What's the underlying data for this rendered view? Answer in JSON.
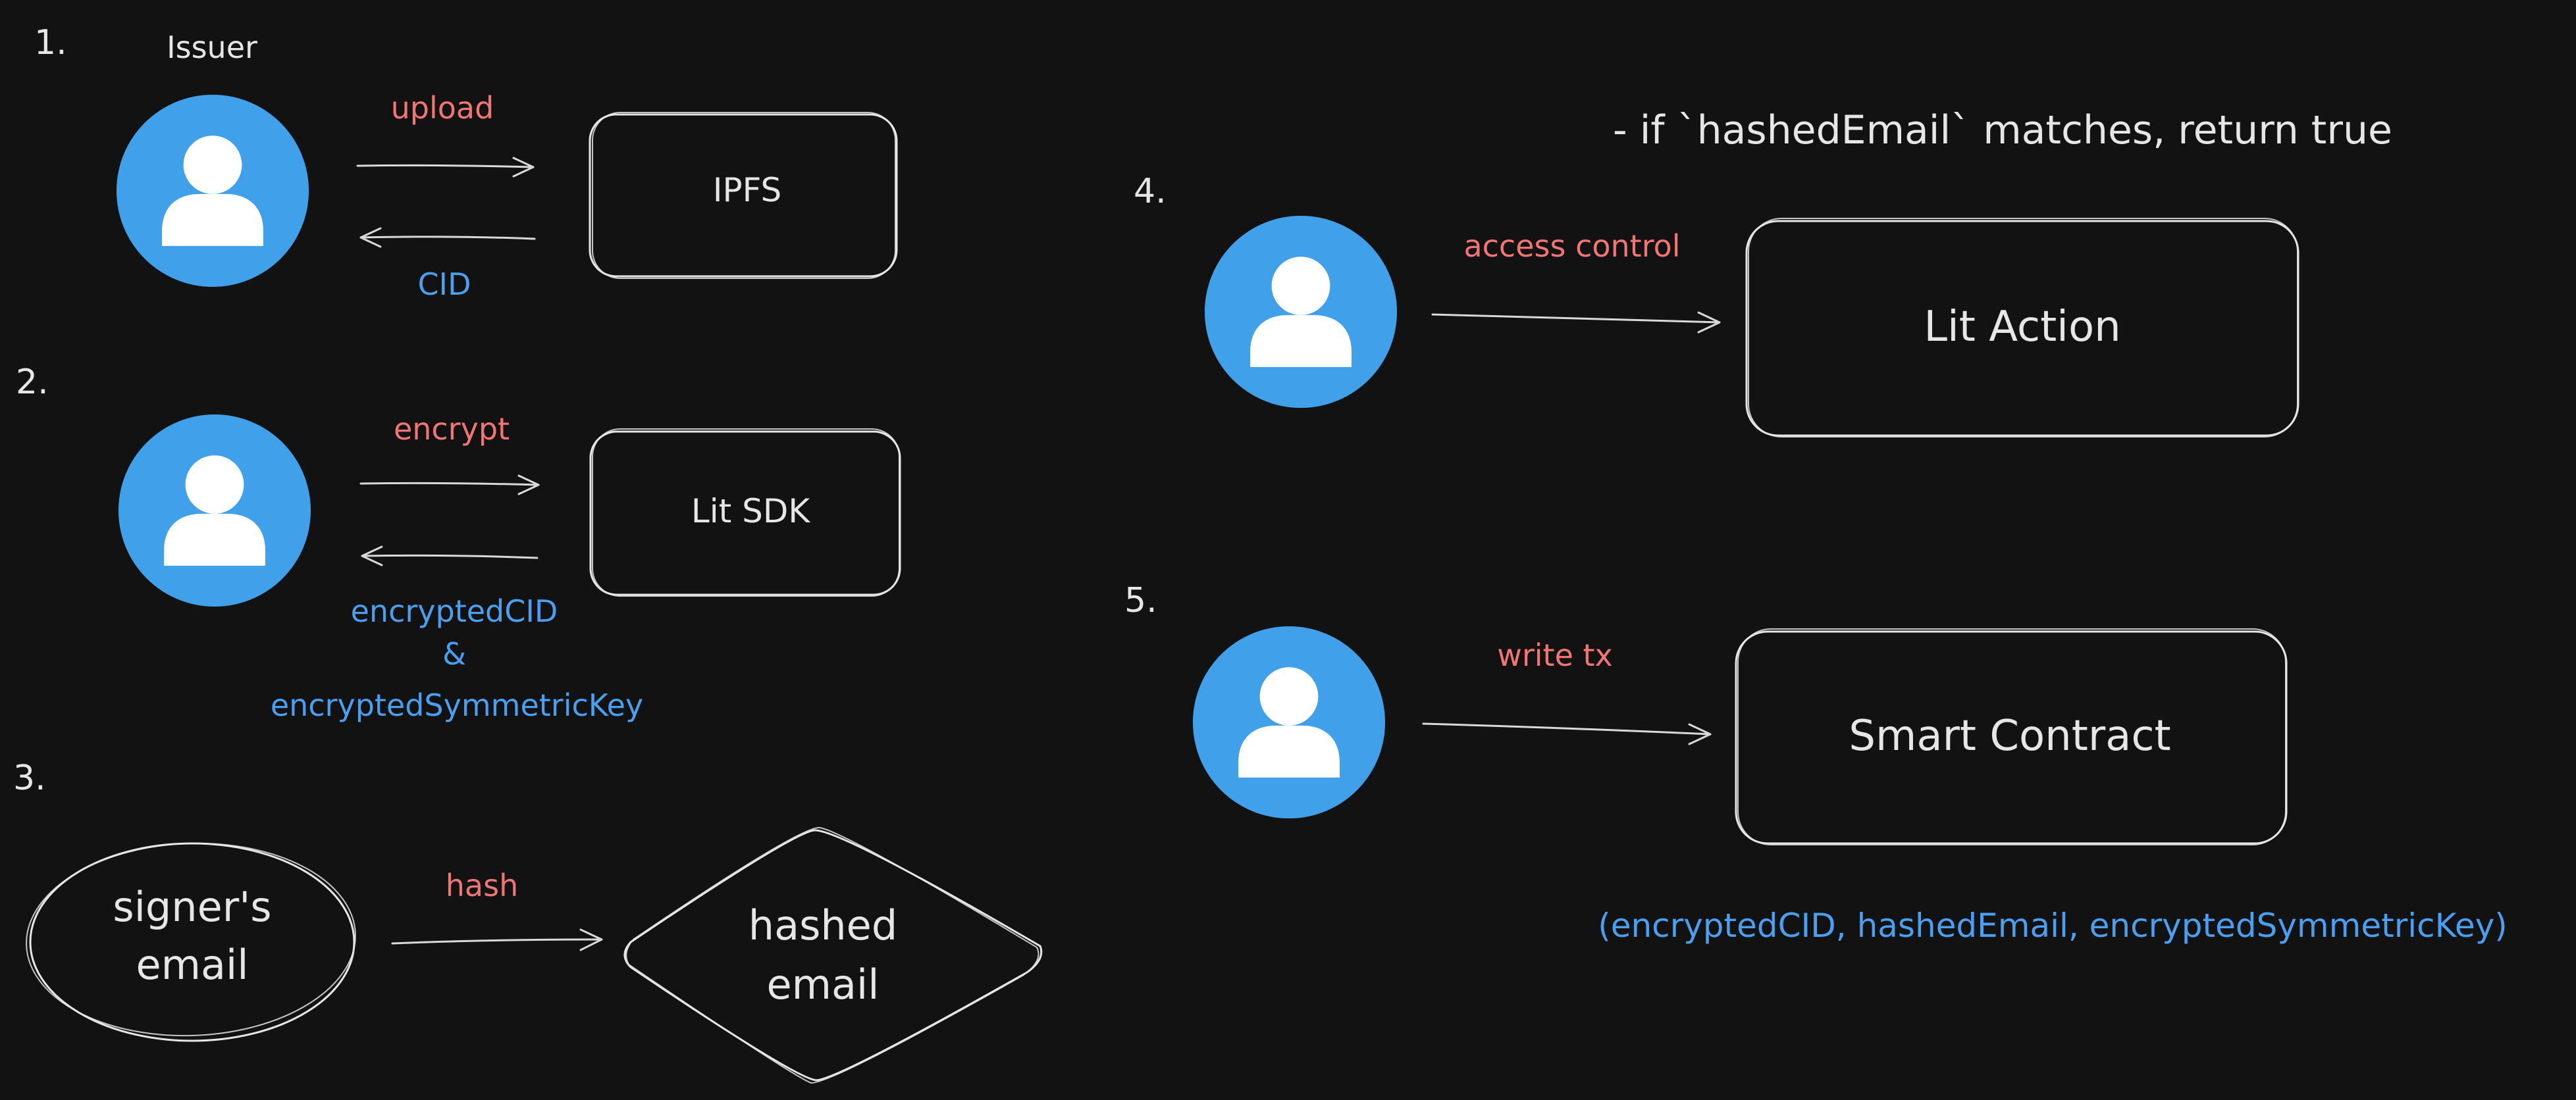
{
  "colors": {
    "background": "#121212",
    "avatar": "#40a0ea",
    "avatar_figure": "#ffffff",
    "label_red": "#f27576",
    "label_blue": "#4a9ff0",
    "text": "#e6e6e6"
  },
  "steps": {
    "s1": {
      "number": "1.",
      "actor": "Issuer",
      "icon": "user-avatar-icon",
      "target": "IPFS",
      "forward_label": "upload",
      "return_label": "CID"
    },
    "s2": {
      "number": "2.",
      "icon": "user-avatar-icon",
      "target": "Lit SDK",
      "forward_label": "encrypt",
      "return_label_1": "encryptedCID",
      "return_label_2": "&",
      "return_label_3": "encryptedSymmetricKey"
    },
    "s3": {
      "number": "3.",
      "source_1": "signer's",
      "source_2": "email",
      "arrow_label": "hash",
      "target_1": "hashed",
      "target_2": "email"
    },
    "s4": {
      "number": "4.",
      "icon": "user-avatar-icon",
      "note": "- if `hashedEmail` matches, return true",
      "arrow_label": "access control",
      "target": "Lit Action"
    },
    "s5": {
      "number": "5.",
      "icon": "user-avatar-icon",
      "arrow_label": "write tx",
      "target": "Smart Contract",
      "params": "(encryptedCID, hashedEmail, encryptedSymmetricKey)"
    }
  }
}
